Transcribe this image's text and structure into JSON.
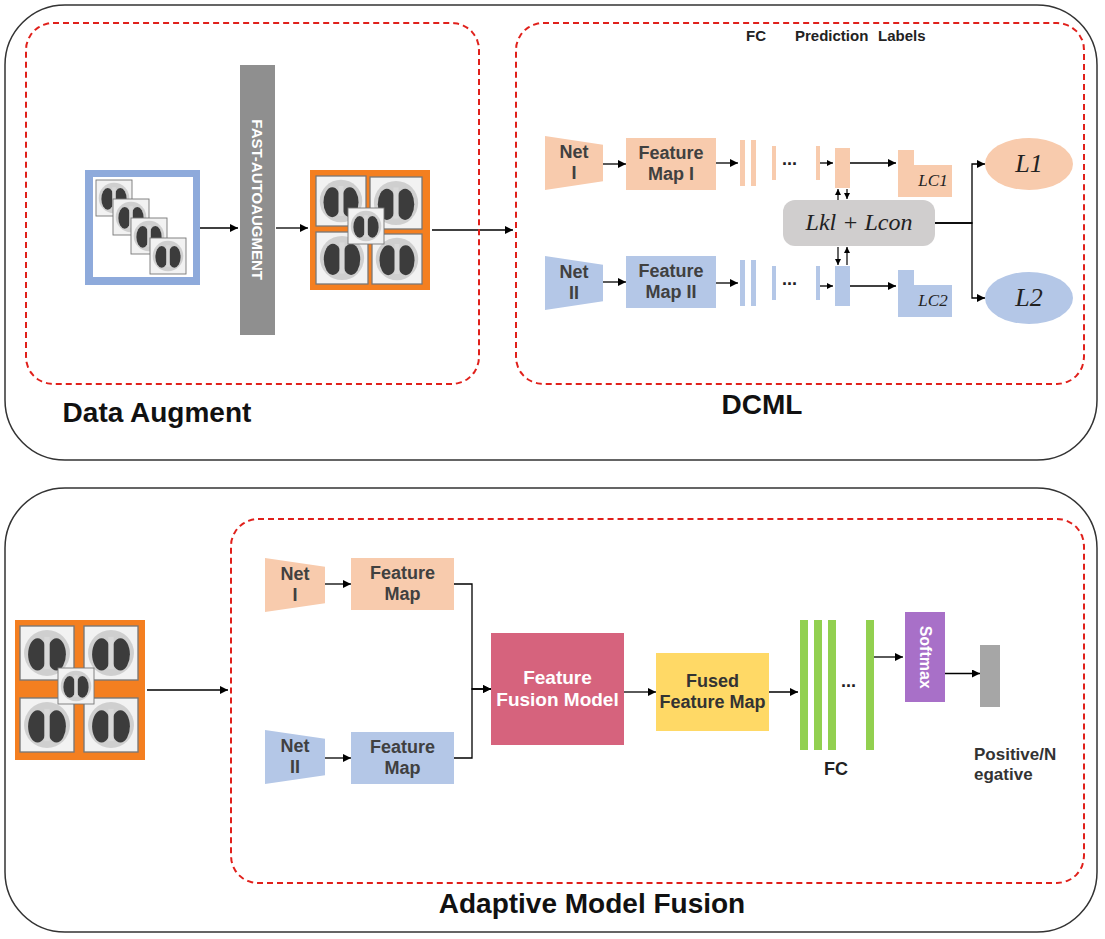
{
  "diagram": {
    "nodes": [
      {
        "text": [
          "Data Augment"
        ]
      },
      {
        "text": [
          "FAST-AUTOAUGMENT"
        ],
        "in": 0
      },
      {
        "text": [
          "DCML"
        ]
      },
      {
        "text": [
          "Net I"
        ],
        "in": 2
      },
      {
        "text": [
          "Feature Map I"
        ],
        "in": 2
      },
      {
        "text": [
          "LC1"
        ],
        "in": 2
      },
      {
        "text": [
          "L1"
        ],
        "in": 2
      },
      {
        "text": [
          "Lkl + Lcon"
        ],
        "in": 2
      },
      {
        "text": [
          "Net II"
        ],
        "in": 2
      },
      {
        "text": [
          "Feature Map II"
        ],
        "in": 2
      },
      {
        "text": [
          "LC2"
        ],
        "in": 2
      },
      {
        "text": [
          "L2"
        ],
        "in": 2
      },
      {
        "text": [
          "Adaptive Model Fusion"
        ]
      },
      {
        "text": [
          "Net I"
        ],
        "in": 12
      },
      {
        "text": [
          "Feature Map"
        ],
        "in": 12
      },
      {
        "text": [
          "Net II"
        ],
        "in": 12
      },
      {
        "text": [
          "Feature Map"
        ],
        "in": 12
      },
      {
        "text": [
          "Feature Fusion Model"
        ],
        "in": 12
      },
      {
        "text": [
          "Fused Feature Map"
        ],
        "in": 12
      },
      {
        "text": [
          "Softmax"
        ],
        "in": 12
      },
      {
        "text": [
          "Positive/N egative"
        ],
        "in": 12
      }
    ],
    "edges": [
      {
        "from": 3,
        "to": 4,
        "arrow": "to"
      },
      {
        "from": 7,
        "to": 6,
        "arrow": "to"
      },
      {
        "from": 7,
        "to": 11,
        "arrow": "to"
      },
      {
        "from": 8,
        "to": 9,
        "arrow": "to"
      },
      {
        "from": 13,
        "to": 14,
        "arrow": "to"
      },
      {
        "from": 15,
        "to": 16,
        "arrow": "to"
      },
      {
        "from": 14,
        "to": 17,
        "arrow": "to"
      },
      {
        "from": 16,
        "to": 17,
        "arrow": "to"
      },
      {
        "from": 17,
        "to": 18,
        "arrow": "to"
      },
      {
        "from": 19,
        "to": 20,
        "arrow": "to"
      }
    ],
    "labels": [
      "FC",
      "Prediction",
      "Labels",
      "...",
      "...",
      "...",
      "FC"
    ]
  }
}
